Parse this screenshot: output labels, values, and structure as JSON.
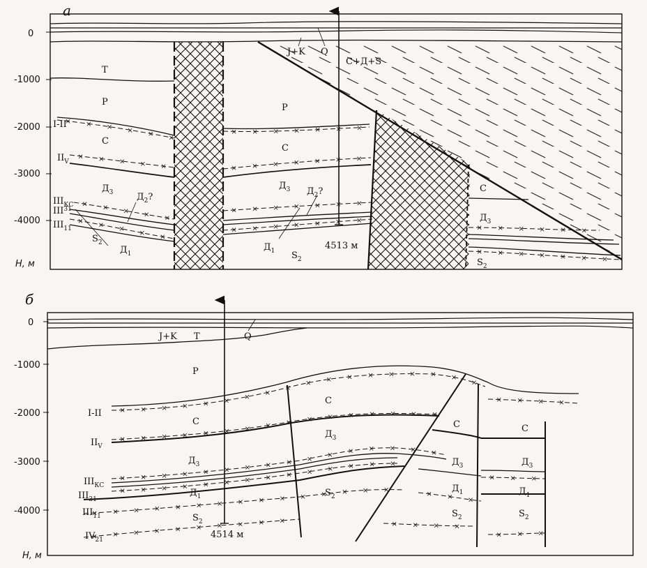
{
  "panels": [
    {
      "letter": "а",
      "axis_label": "H, м",
      "y_ticks": [
        "0",
        "-1000",
        "-2000",
        "-3000",
        "-4000"
      ],
      "well_depth": "4513 м",
      "units": {
        "T": "T",
        "P": "P",
        "C": "C",
        "D3": "Д",
        "D3_sub": "3",
        "D2q": "Д",
        "D2q_sub": "2",
        "D2q_mark": "?",
        "D1": "Д",
        "D1_sub": "1",
        "S2": "S",
        "S2_sub": "2",
        "JK": "J+K",
        "Q": "Q",
        "CDS": "C+Д+S"
      },
      "horizons": [
        {
          "main": "I-II",
          "sub": ""
        },
        {
          "main": "II",
          "sub": "V"
        },
        {
          "main": "III",
          "sub": "КС"
        },
        {
          "main": "III",
          "sub": "31"
        },
        {
          "main": "III",
          "sub": "11"
        }
      ]
    },
    {
      "letter": "б",
      "axis_label": "H, м",
      "y_ticks": [
        "0",
        "-1000",
        "-2000",
        "-3000",
        "-4000"
      ],
      "well_depth": "4514 м",
      "units": {
        "T": "T",
        "P": "P",
        "C": "C",
        "D3": "Д",
        "D3_sub": "3",
        "D1": "Д",
        "D1_sub": "1",
        "S2": "S",
        "S2_sub": "2",
        "JK": "J+K",
        "Q": "Q"
      },
      "horizons": [
        {
          "main": "I-II",
          "sub": ""
        },
        {
          "main": "II",
          "sub": "V"
        },
        {
          "main": "III",
          "sub": "КС"
        },
        {
          "main": "III",
          "sub": "31"
        },
        {
          "main": "III",
          "sub": "11"
        },
        {
          "main": "IV",
          "sub": "21"
        }
      ]
    }
  ]
}
